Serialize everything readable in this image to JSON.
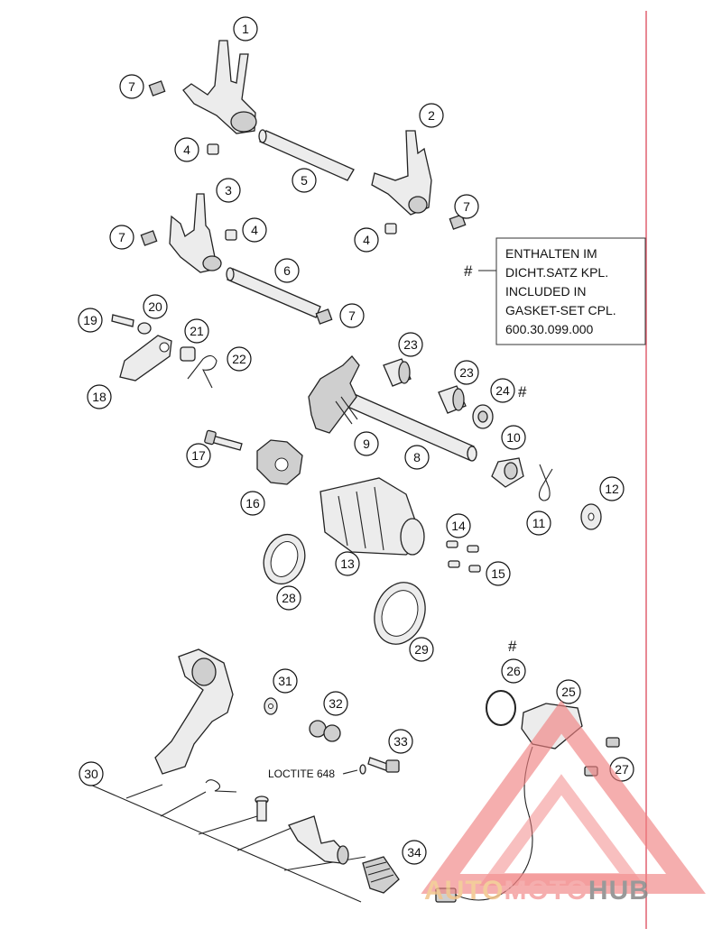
{
  "callouts": [
    "1",
    "2",
    "3",
    "4",
    "4",
    "4",
    "5",
    "6",
    "7",
    "7",
    "7",
    "7",
    "8",
    "9",
    "10",
    "11",
    "12",
    "13",
    "14",
    "15",
    "16",
    "17",
    "18",
    "19",
    "20",
    "21",
    "22",
    "23",
    "23",
    "24",
    "25",
    "26",
    "27",
    "28",
    "29",
    "30",
    "31",
    "32",
    "33",
    "34"
  ],
  "note": {
    "marker": "#",
    "lines": [
      "ENTHALTEN IM",
      "DICHT.SATZ KPL.",
      "INCLUDED IN",
      "GASKET-SET CPL.",
      "600.30.099.000"
    ]
  },
  "hash_marks": [
    "#",
    "#"
  ],
  "loctite_label": "LOCTITE 648",
  "watermark": {
    "text_a": "AUTO",
    "text_b": "MOTO",
    "text_c": "HUB",
    "color_a": "#f2c48a",
    "color_b": "#f4a0a0",
    "color_c": "#888888",
    "logo_color": "#f08080"
  },
  "border_color": "#e06070"
}
